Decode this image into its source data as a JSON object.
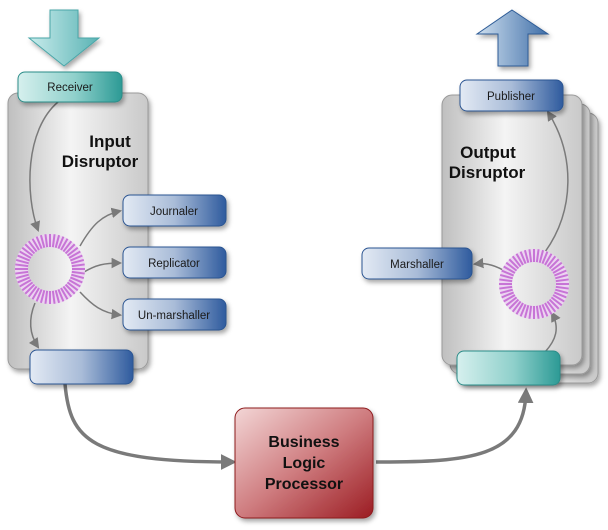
{
  "input": {
    "title_line1": "Input",
    "title_line2": "Disruptor",
    "receiver": "Receiver",
    "journaler": "Journaler",
    "replicator": "Replicator",
    "unmarshaller": "Un-marshaller"
  },
  "output": {
    "title_line1": "Output",
    "title_line2": "Disruptor",
    "publisher": "Publisher",
    "marshaller": "Marshaller"
  },
  "processor": {
    "line1": "Business",
    "line2": "Logic",
    "line3": "Processor"
  },
  "colors": {
    "ring": "#c774d6",
    "teal": "#2f9c98",
    "blue": "#3a66a6",
    "processor": "#a31f25",
    "panel": "#e2e2e2",
    "arrow": "#7a7a7a"
  }
}
